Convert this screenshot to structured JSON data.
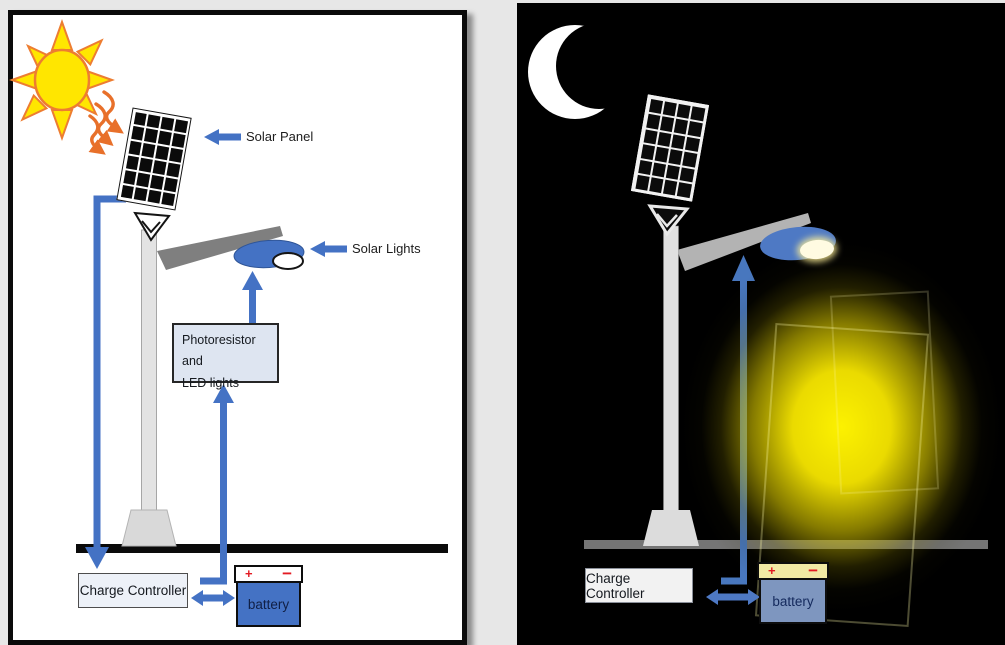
{
  "day": {
    "solar_panel_label": "Solar Panel",
    "solar_lights_label": "Solar Lights",
    "photoresistor_line1": "Photoresistor and",
    "photoresistor_line2": "LED lights",
    "charge_controller_label": "Charge Controller",
    "battery_label": "battery",
    "battery_plus": "+",
    "battery_minus": "−"
  },
  "night": {
    "charge_controller_label": "Charge Controller",
    "battery_label": "battery",
    "battery_plus": "+",
    "battery_minus": "−"
  },
  "icons": {
    "day_sky": "sun-icon",
    "night_sky": "crescent-moon-icon"
  },
  "colors": {
    "accent_blue": "#4472C4",
    "lamp_blue": "#4E79C4",
    "sun_yellow": "#FFE600",
    "ray_orange": "#ED7D31",
    "glow_yellow": "#FFF200",
    "battery_red": "#E31B23",
    "day_background": "#FFFFFF",
    "night_background": "#000000"
  }
}
